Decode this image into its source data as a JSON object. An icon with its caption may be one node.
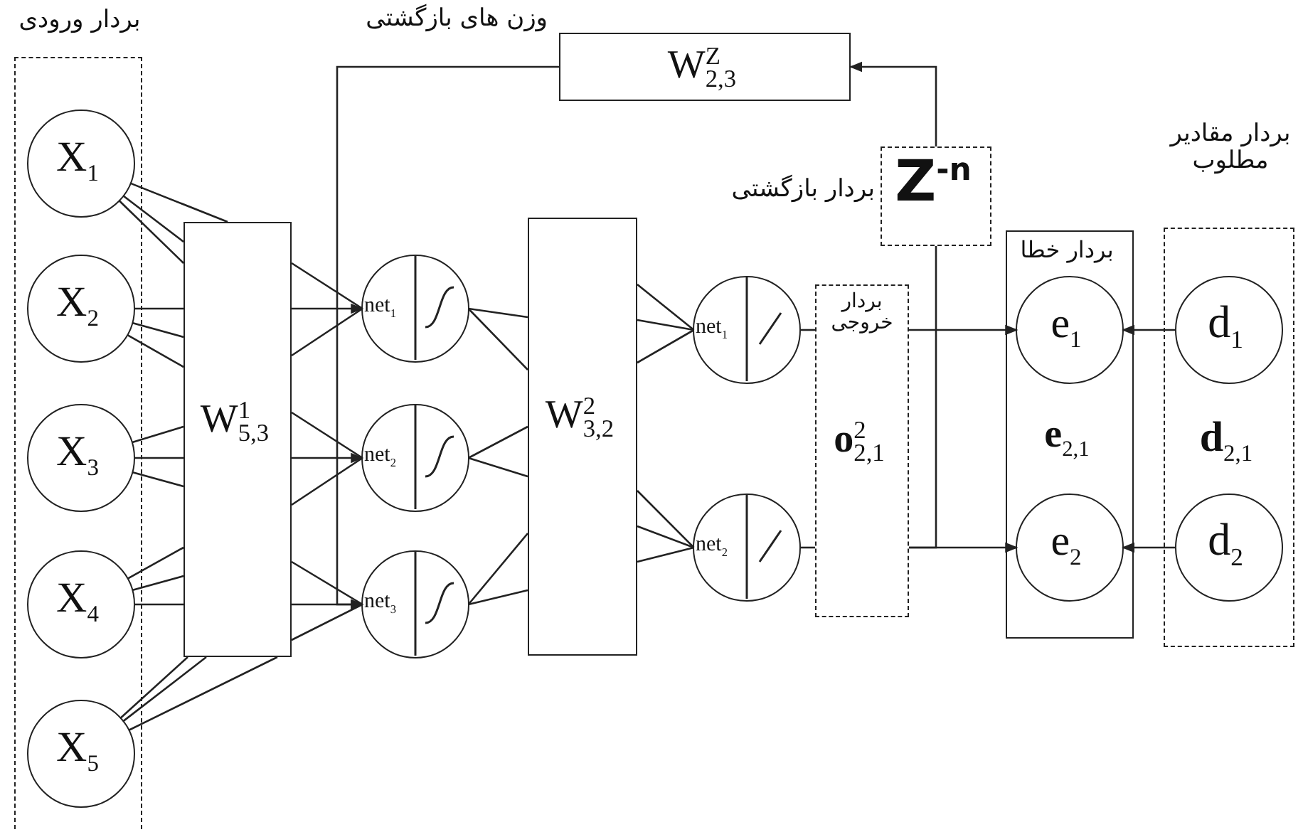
{
  "diagram": {
    "nodes": [
      {
        "text": [
          "بردار ورودی"
        ]
      },
      {
        "text": [
          "X$_{1}$"
        ],
        "in": 0
      },
      {
        "text": [
          "X$_{2}$"
        ],
        "in": 0
      },
      {
        "text": [
          "X$_{3}$"
        ],
        "in": 0
      },
      {
        "text": [
          "X$_{4}$"
        ],
        "in": 0
      },
      {
        "text": [
          "X$_{5}$"
        ],
        "in": 0
      },
      {
        "text": [
          "W$^{1}$$_{5,3}$"
        ]
      },
      {
        "text": [
          "W$^{Z}$$_{2,3}$"
        ],
        "beside": [
          "وزن های بازگشتی"
        ]
      },
      {
        "text": [
          "net$_{1}$"
        ]
      },
      {
        "text": [
          "net$_{2}$"
        ]
      },
      {
        "text": [
          "net$_{3}$"
        ]
      },
      {
        "text": [
          "W$^{2}$$_{3,2}$"
        ]
      },
      {
        "text": [
          "net$_{1}$"
        ]
      },
      {
        "text": [
          "net$_{2}$"
        ]
      },
      {
        "text": [
          "بردار خروجی",
          "**o**$^{2}$$_{2,1}$"
        ]
      },
      {
        "text": [
          "Z$^{-n}$"
        ],
        "beside": [
          "بردار بازگشتی"
        ]
      },
      {
        "text": [
          "بردار خطا",
          "**e**$_{2,1}$"
        ]
      },
      {
        "text": [
          "e$_{1}$"
        ],
        "in": 16
      },
      {
        "text": [
          "e$_{2}$"
        ],
        "in": 16
      },
      {
        "text": [
          "بردار مقادیر مطلوب",
          "**d**$_{2,1}$"
        ]
      },
      {
        "text": [
          "d$_{1}$"
        ],
        "in": 19
      },
      {
        "text": [
          "d$_{2}$"
        ],
        "in": 19
      }
    ],
    "edges": [
      {
        "from": 1,
        "to": 6,
        "arrow": "none"
      },
      {
        "from": 1,
        "to": 6,
        "arrow": "none"
      },
      {
        "from": 1,
        "to": 6,
        "arrow": "none"
      },
      {
        "from": 2,
        "to": 6,
        "arrow": "none"
      },
      {
        "from": 2,
        "to": 6,
        "arrow": "none"
      },
      {
        "from": 2,
        "to": 6,
        "arrow": "none"
      },
      {
        "from": 3,
        "to": 6,
        "arrow": "none"
      },
      {
        "from": 3,
        "to": 6,
        "arrow": "none"
      },
      {
        "from": 3,
        "to": 6,
        "arrow": "none"
      },
      {
        "from": 4,
        "to": 6,
        "arrow": "none"
      },
      {
        "from": 4,
        "to": 6,
        "arrow": "none"
      },
      {
        "from": 4,
        "to": 6,
        "arrow": "none"
      },
      {
        "from": 5,
        "to": 6,
        "arrow": "none"
      },
      {
        "from": 5,
        "to": 6,
        "arrow": "none"
      },
      {
        "from": 5,
        "to": 6,
        "arrow": "none"
      },
      {
        "from": 6,
        "to": 8,
        "arrow": "none"
      },
      {
        "from": 6,
        "to": 8,
        "arrow": "to"
      },
      {
        "from": 6,
        "to": 8,
        "arrow": "none"
      },
      {
        "from": 6,
        "to": 9,
        "arrow": "none"
      },
      {
        "from": 6,
        "to": 9,
        "arrow": "to"
      },
      {
        "from": 6,
        "to": 9,
        "arrow": "none"
      },
      {
        "from": 6,
        "to": 10,
        "arrow": "none"
      },
      {
        "from": 6,
        "to": 10,
        "arrow": "to"
      },
      {
        "from": 6,
        "to": 10,
        "arrow": "none"
      },
      {
        "from": 8,
        "to": 11,
        "arrow": "none"
      },
      {
        "from": 8,
        "to": 11,
        "arrow": "none"
      },
      {
        "from": 9,
        "to": 11,
        "arrow": "none"
      },
      {
        "from": 9,
        "to": 11,
        "arrow": "none"
      },
      {
        "from": 10,
        "to": 11,
        "arrow": "none"
      },
      {
        "from": 10,
        "to": 11,
        "arrow": "none"
      },
      {
        "from": 11,
        "to": 12,
        "arrow": "none"
      },
      {
        "from": 11,
        "to": 12,
        "arrow": "none"
      },
      {
        "from": 11,
        "to": 12,
        "arrow": "none"
      },
      {
        "from": 11,
        "to": 13,
        "arrow": "none"
      },
      {
        "from": 11,
        "to": 13,
        "arrow": "none"
      },
      {
        "from": 11,
        "to": 13,
        "arrow": "none"
      },
      {
        "from": 12,
        "to": 14,
        "arrow": "none"
      },
      {
        "from": 13,
        "to": 14,
        "arrow": "none"
      },
      {
        "from": 14,
        "to": 17,
        "arrow": "to"
      },
      {
        "from": 14,
        "to": 18,
        "arrow": "to"
      },
      {
        "from": 14,
        "to": 15,
        "arrow": "none"
      },
      {
        "from": 15,
        "to": 7,
        "arrow": "to"
      },
      {
        "from": 7,
        "to": 10,
        "arrow": "to"
      },
      {
        "from": 20,
        "to": 17,
        "arrow": "to"
      },
      {
        "from": 21,
        "to": 18,
        "arrow": "to"
      }
    ]
  }
}
